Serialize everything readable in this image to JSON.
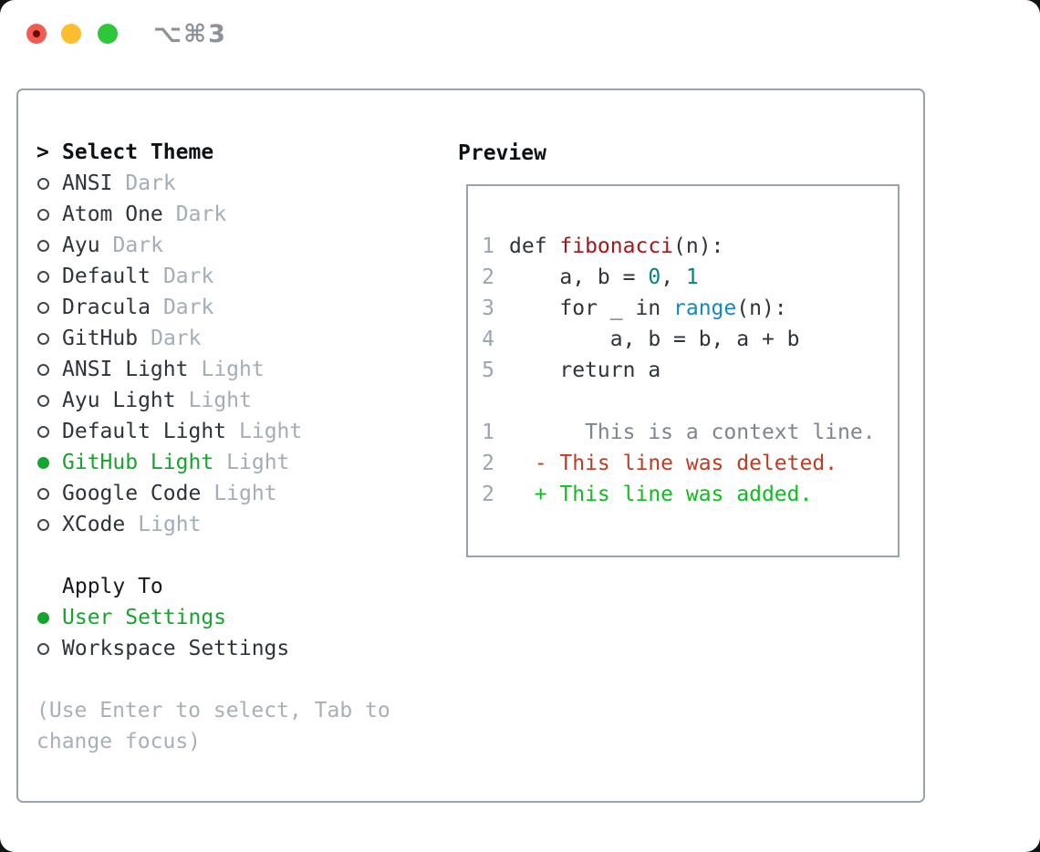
{
  "window": {
    "shortcut_label": "⌥⌘3"
  },
  "colors": {
    "accent_green": "#16a52c",
    "added_green": "#0ebd1f",
    "deleted_red": "#c03b21",
    "keyword_red": "#a61717",
    "builtin_blue": "#1288c7",
    "number_teal": "#0c8178",
    "text_dark": "#2e343b",
    "context_gray": "#7d868d",
    "muted": "#a3adb8",
    "line_number": "#9aa5b3"
  },
  "theme_panel": {
    "prompt": ">",
    "title": "Select Theme",
    "items": [
      {
        "name": "ANSI",
        "tag": "Dark",
        "selected": false
      },
      {
        "name": "Atom One",
        "tag": "Dark",
        "selected": false
      },
      {
        "name": "Ayu",
        "tag": "Dark",
        "selected": false
      },
      {
        "name": "Default",
        "tag": "Dark",
        "selected": false
      },
      {
        "name": "Dracula",
        "tag": "Dark",
        "selected": false
      },
      {
        "name": "GitHub",
        "tag": "Dark",
        "selected": false
      },
      {
        "name": "ANSI Light",
        "tag": "Light",
        "selected": false
      },
      {
        "name": "Ayu Light",
        "tag": "Light",
        "selected": false
      },
      {
        "name": "Default Light",
        "tag": "Light",
        "selected": false
      },
      {
        "name": "GitHub Light",
        "tag": "Light",
        "selected": true
      },
      {
        "name": "Google Code",
        "tag": "Light",
        "selected": false
      },
      {
        "name": "XCode",
        "tag": "Light",
        "selected": false
      }
    ]
  },
  "apply_panel": {
    "title": "Apply To",
    "items": [
      {
        "name": "User Settings",
        "selected": true
      },
      {
        "name": "Workspace Settings",
        "selected": false
      }
    ]
  },
  "hint_text": "(Use Enter to select, Tab to change focus)",
  "preview": {
    "title": "Preview",
    "code_lines": [
      {
        "num": "1",
        "segments": [
          {
            "t": "def ",
            "c": "text_dark"
          },
          {
            "t": "fibonacci",
            "c": "keyword_red"
          },
          {
            "t": "(n):",
            "c": "text_dark"
          }
        ]
      },
      {
        "num": "2",
        "segments": [
          {
            "t": "    a, b = ",
            "c": "text_dark"
          },
          {
            "t": "0",
            "c": "number_teal"
          },
          {
            "t": ", ",
            "c": "text_dark"
          },
          {
            "t": "1",
            "c": "number_teal"
          }
        ]
      },
      {
        "num": "3",
        "segments": [
          {
            "t": "    for _ in ",
            "c": "text_dark"
          },
          {
            "t": "range",
            "c": "builtin_blue"
          },
          {
            "t": "(n):",
            "c": "text_dark"
          }
        ]
      },
      {
        "num": "4",
        "segments": [
          {
            "t": "        a, b = b, a + b",
            "c": "text_dark"
          }
        ]
      },
      {
        "num": "5",
        "segments": [
          {
            "t": "    return a",
            "c": "text_dark"
          }
        ]
      }
    ],
    "diff_lines": [
      {
        "num": "1",
        "segments": [
          {
            "t": "      This is a context line.",
            "c": "context_gray"
          }
        ]
      },
      {
        "num": "2",
        "segments": [
          {
            "t": "  - This line was deleted.",
            "c": "deleted_red"
          }
        ]
      },
      {
        "num": "2",
        "segments": [
          {
            "t": "  + This line was added.",
            "c": "added_green"
          }
        ]
      }
    ]
  }
}
